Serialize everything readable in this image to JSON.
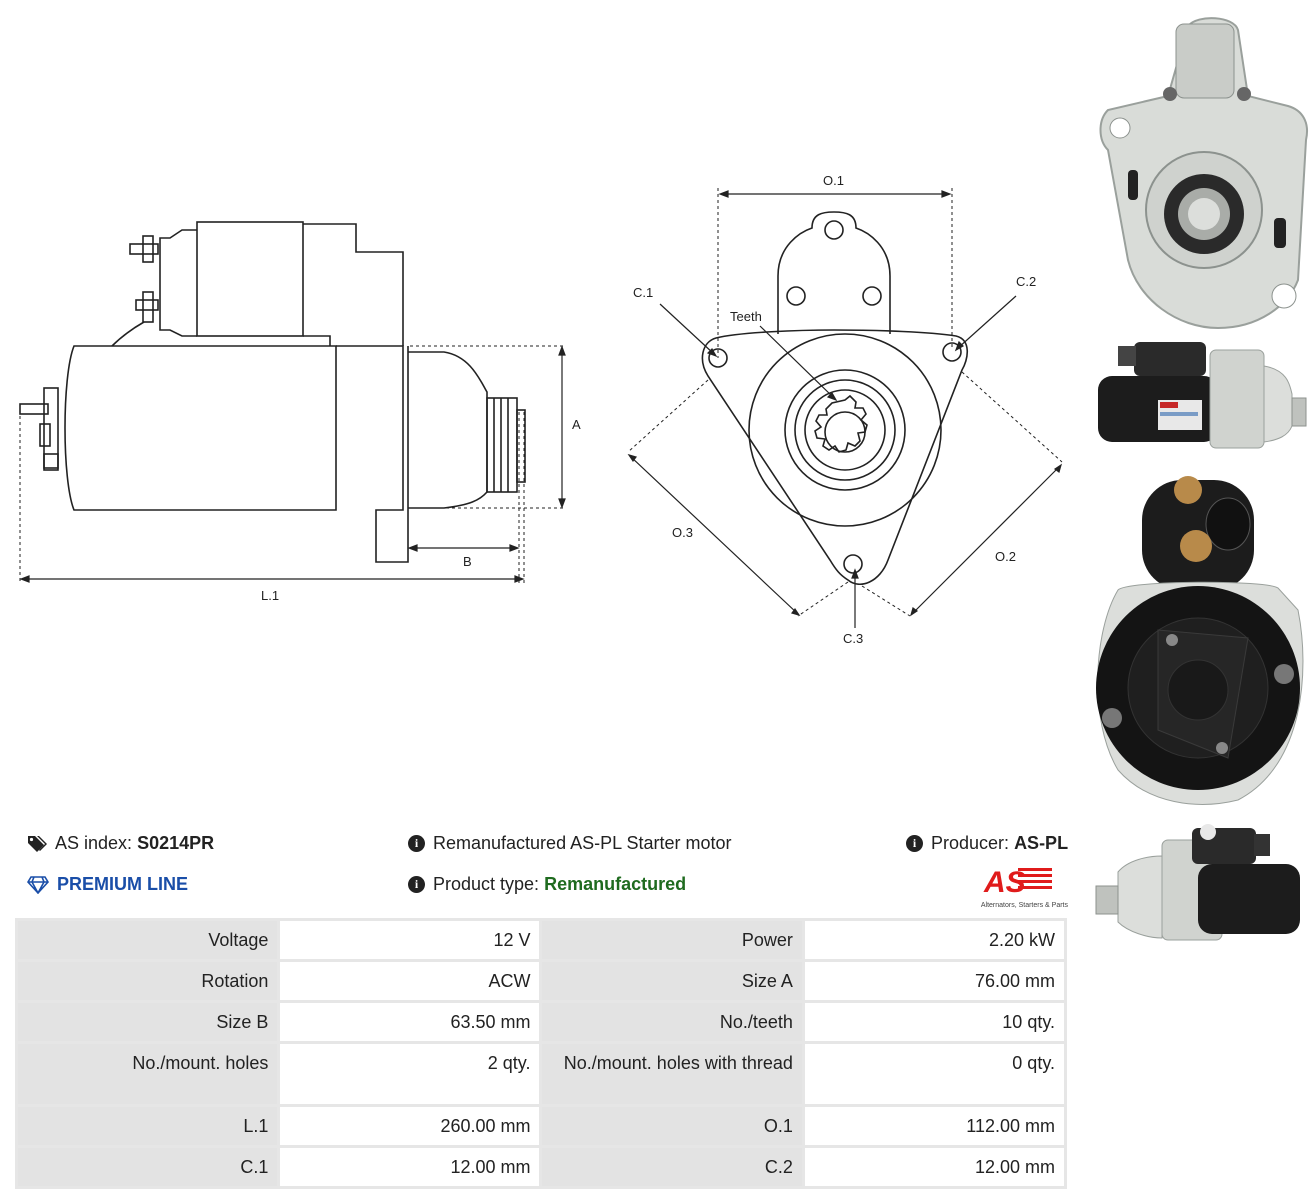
{
  "drawing": {
    "side_labels": {
      "a": "A",
      "b": "B",
      "l1": "L.1"
    },
    "front_labels": {
      "o1": "O.1",
      "o2": "O.2",
      "o3": "O.3",
      "c1": "C.1",
      "c2": "C.2",
      "c3": "C.3",
      "teeth": "Teeth"
    }
  },
  "info": {
    "as_index_label": "AS index:",
    "as_index_value": "S0214PR",
    "premium_line": "PREMIUM LINE",
    "description": "Remanufactured AS-PL Starter motor",
    "product_type_label": "Product type:",
    "product_type_value": "Remanufactured",
    "producer_label": "Producer:",
    "producer_value": "AS-PL"
  },
  "logo": {
    "mark": "AS",
    "tagline": "Alternators, Starters & Parts"
  },
  "specs": [
    {
      "l1": "Voltage",
      "v1": "12 V",
      "l2": "Power",
      "v2": "2.20 kW"
    },
    {
      "l1": "Rotation",
      "v1": "ACW",
      "l2": "Size A",
      "v2": "76.00 mm"
    },
    {
      "l1": "Size B",
      "v1": "63.50 mm",
      "l2": "No./teeth",
      "v2": "10 qty."
    },
    {
      "l1": "No./mount. holes",
      "v1": "2 qty.",
      "l2": "No./mount. holes with thread",
      "v2": "0 qty."
    },
    {
      "l1": "L.1",
      "v1": "260.00 mm",
      "l2": "O.1",
      "v2": "112.00 mm"
    },
    {
      "l1": "C.1",
      "v1": "12.00 mm",
      "l2": "C.2",
      "v2": "12.00 mm"
    }
  ],
  "colors": {
    "premium": "#1a4ea8",
    "product_type": "#1f6b1f",
    "logo_red": "#e01b1b"
  },
  "icons": {
    "tag": "tags-icon",
    "diamond": "diamond-icon",
    "info": "info-icon"
  }
}
